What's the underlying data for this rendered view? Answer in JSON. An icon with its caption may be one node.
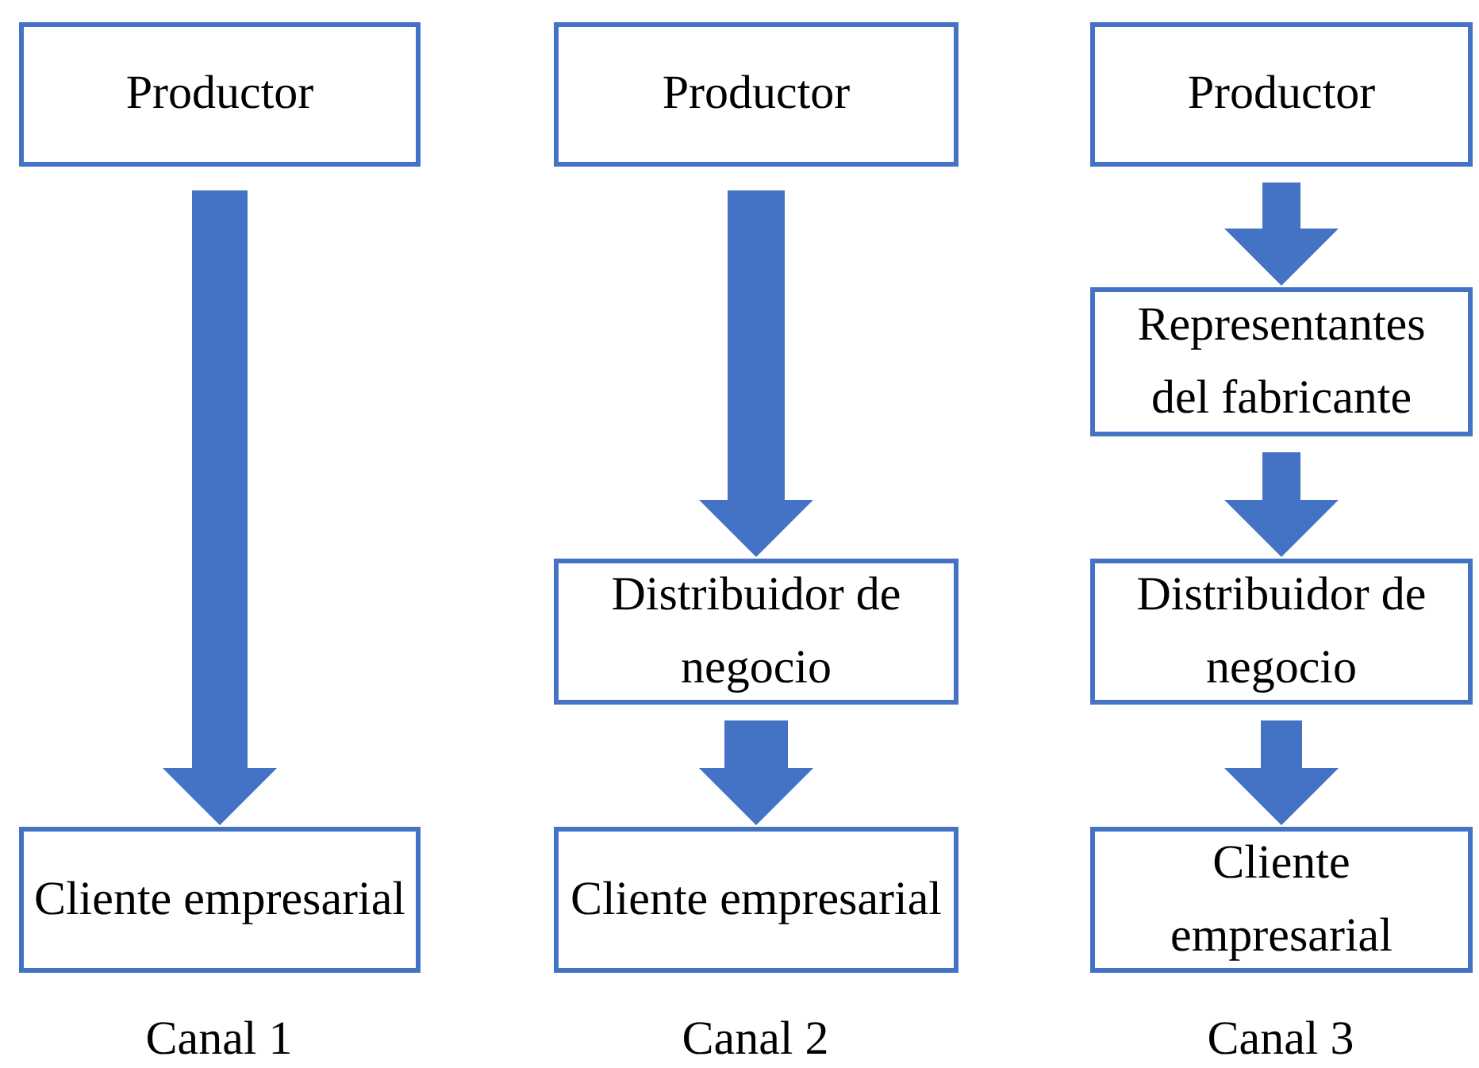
{
  "diagram": {
    "nodes": [
      {
        "text": [
          "Productor"
        ]
      },
      {
        "text": [
          "Cliente empresarial"
        ]
      },
      {
        "text": [
          "Productor"
        ]
      },
      {
        "text": [
          "Distribuidor de negocio"
        ]
      },
      {
        "text": [
          "Cliente empresarial"
        ]
      },
      {
        "text": [
          "Productor"
        ]
      },
      {
        "text": [
          "Representantes del fabricante"
        ]
      },
      {
        "text": [
          "Distribuidor de negocio"
        ]
      },
      {
        "text": [
          "Cliente empresarial"
        ]
      }
    ],
    "edges": [
      {
        "from": 0,
        "to": 1,
        "arrow": "to"
      },
      {
        "from": 2,
        "to": 3,
        "arrow": "to"
      },
      {
        "from": 3,
        "to": 4,
        "arrow": "to"
      },
      {
        "from": 5,
        "to": 6,
        "arrow": "to"
      },
      {
        "from": 6,
        "to": 7,
        "arrow": "to"
      },
      {
        "from": 7,
        "to": 8,
        "arrow": "to"
      }
    ],
    "labels": [
      "Canal 1",
      "Canal 2",
      "Canal 3"
    ]
  }
}
